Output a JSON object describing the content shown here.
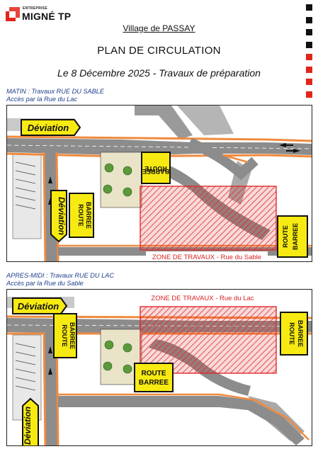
{
  "header": {
    "company_sub": "ENTREPRISE",
    "company_name": "MIGNÉ TP",
    "village": "Village de PASSAY",
    "plan_title": "PLAN DE CIRCULATION",
    "date_line": "Le 8 Décembre 2025 - Travaux de préparation"
  },
  "colors": {
    "brand_red": "#e1251b",
    "sign_yellow": "#f7ea12",
    "zone_red": "#e02a2a",
    "label_blue": "#1e3f8c",
    "road_orange": "#f08a3e",
    "road_grey": "#8c8c8c"
  },
  "decor_squares": [
    "black",
    "black",
    "black",
    "black",
    "red",
    "red",
    "red",
    "red"
  ],
  "sections": [
    {
      "period_line": "MATIN : Travaux RUE DU SABLE",
      "access_line": "Accès par la Rue du Lac",
      "zone_label": "ZONE DE TRAVAUX - Rue du Sable",
      "signs": {
        "deviation_top": "Déviation",
        "deviation_vertical": "Déviation",
        "route_barree_a": [
          "ROUTE",
          "BARREE"
        ],
        "route_barree_b": [
          "ROUTE",
          "BARREE"
        ],
        "route_barree_c": [
          "ROUTE",
          "BARREE"
        ]
      }
    },
    {
      "period_line": "APRES-MIDI : Travaux RUE DU LAC",
      "access_line": "Accès par la Rue du Sable",
      "zone_label": "ZONE DE TRAVAUX - Rue du Lac",
      "signs": {
        "deviation_top": "Déviation",
        "deviation_vertical": "Déviation",
        "route_barree_a": [
          "ROUTE",
          "BARREE"
        ],
        "route_barree_b": [
          "ROUTE",
          "BARREE"
        ],
        "route_barree_c": [
          "ROUTE",
          "BARREE"
        ]
      }
    }
  ]
}
